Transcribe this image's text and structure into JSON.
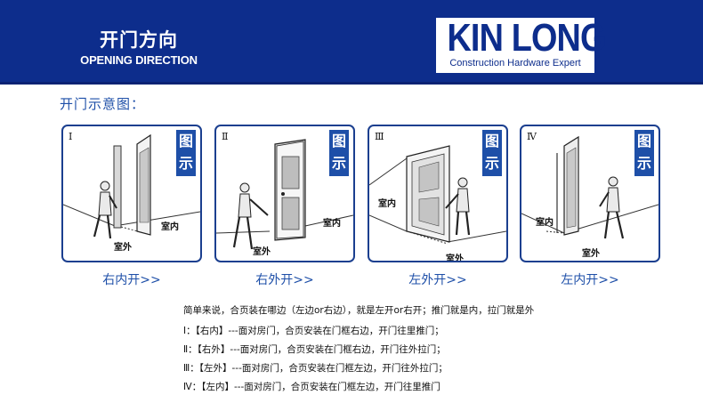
{
  "header": {
    "title_cn": "开门方向",
    "title_en": "OPENING DIRECTION",
    "brand": "KIN LONG",
    "tagline": "Construction Hardware Expert"
  },
  "section_title": "开门示意图：",
  "panels": [
    {
      "numeral": "Ⅰ",
      "badge_top": "图",
      "badge_bottom": "示",
      "label_inside": "室内",
      "label_outside": "室外",
      "caption": "右内开>>"
    },
    {
      "numeral": "Ⅱ",
      "badge_top": "图",
      "badge_bottom": "示",
      "label_inside": "室内",
      "label_outside": "室外",
      "caption": "右外开>>"
    },
    {
      "numeral": "Ⅲ",
      "badge_top": "图",
      "badge_bottom": "示",
      "label_inside": "室内",
      "label_outside": "室外",
      "caption": "左外开>>"
    },
    {
      "numeral": "Ⅳ",
      "badge_top": "图",
      "badge_bottom": "示",
      "label_inside": "室内",
      "label_outside": "室外",
      "caption": "左内开>>"
    }
  ],
  "summary": "简单来说，合页装在哪边（左边or右边），就是左开or右开；推门就是内，拉门就是外",
  "rules": [
    "Ⅰ：【右内】---面对房门，合页安装在门框右边，开门往里推门；",
    "Ⅱ：【右外】---面对房门，合页安装在门框右边，开门往外拉门；",
    "Ⅲ：【左外】---面对房门，合页安装在门框左边，开门往外拉门；",
    "Ⅳ：【左内】---面对房门，合页安装在门框左边，开门往里推门"
  ],
  "colors": {
    "header_bg": "#0d2d8c",
    "accent_blue": "#1e4fa8",
    "panel_border": "#1b3f8f"
  }
}
